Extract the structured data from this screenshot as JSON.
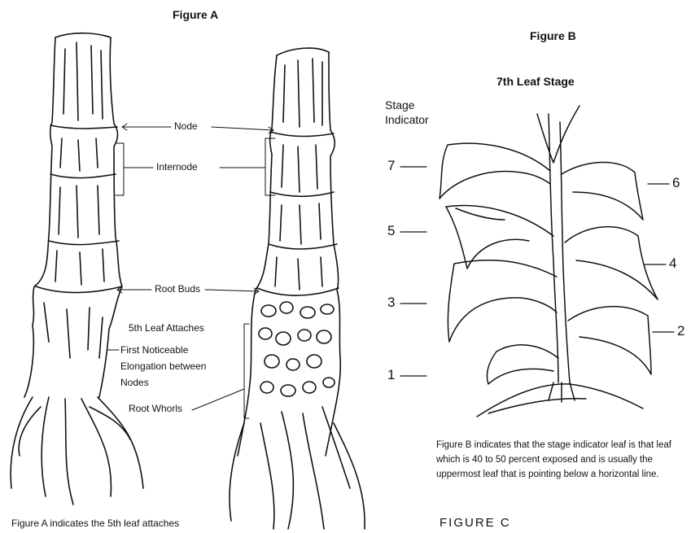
{
  "figure_a": {
    "title": "Figure A",
    "labels": {
      "node": "Node",
      "internode": "Internode",
      "root_buds": "Root Buds",
      "fifth_leaf": "5th Leaf Attaches",
      "first_noticeable_1": "First Noticeable",
      "first_noticeable_2": "Elongation between",
      "first_noticeable_3": "Nodes",
      "root_whorls": "Root Whorls"
    },
    "caption": "Figure A indicates the 5th leaf attaches"
  },
  "figure_b": {
    "title": "Figure B",
    "subtitle": "7th Leaf Stage",
    "stage_indicator_1": "Stage",
    "stage_indicator_2": "Indicator",
    "stages_left": [
      "7",
      "5",
      "3",
      "1"
    ],
    "stages_right": [
      "6",
      "4",
      "2"
    ],
    "caption": "Figure B indicates that the stage indicator leaf is that leaf which is 40 to 50 percent exposed and is usually the uppermost leaf that is pointing below a horizontal line."
  },
  "figure_c": {
    "title": "FIGURE C"
  }
}
